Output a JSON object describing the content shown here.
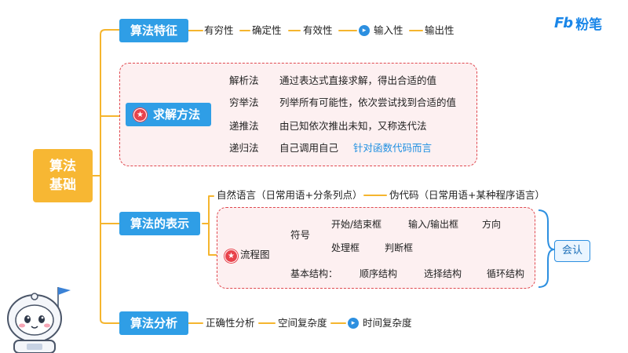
{
  "logo": {
    "mark": "Fb",
    "name": "粉笔"
  },
  "root": {
    "line1": "算法",
    "line2": "基础"
  },
  "features": {
    "title": "算法特征",
    "items": [
      "有穷性",
      "确定性",
      "有效性",
      "输入性",
      "输出性"
    ]
  },
  "solve": {
    "title": "求解方法",
    "methods": [
      {
        "name": "解析法",
        "desc": "通过表达式直接求解，得出合适的值",
        "extra": ""
      },
      {
        "name": "穷举法",
        "desc": "列举所有可能性，依次尝试找到合适的值",
        "extra": ""
      },
      {
        "name": "递推法",
        "desc": "由已知依次推出未知，又称迭代法",
        "extra": ""
      },
      {
        "name": "递归法",
        "desc": "自己调用自己",
        "extra": "针对函数代码而言"
      }
    ]
  },
  "representation": {
    "title": "算法的表示",
    "natural": "自然语言（日常用语+分条列点）",
    "pseudo": "伪代码（日常用语+某种程序语言）",
    "flowchart": {
      "label": "流程图",
      "symbols_label": "符号",
      "symbols_row1": [
        "开始/结束框",
        "输入/输出框",
        "方向"
      ],
      "symbols_row2": [
        "处理框",
        "判断框"
      ],
      "structures_label": "基本结构：",
      "structures": [
        "顺序结构",
        "选择结构",
        "循环结构"
      ]
    },
    "badge": "会认"
  },
  "analysis": {
    "title": "算法分析",
    "items": [
      "正确性分析",
      "空间复杂度",
      "时间复杂度"
    ]
  },
  "icons": {
    "star": "star-icon",
    "pin": "pin-icon",
    "mascot": "astronaut-mascot-icon"
  },
  "colors": {
    "branch": "#f5b52e",
    "node": "#2f9ee6",
    "dashed": "#e0484f",
    "link": "#1e8fe1"
  }
}
